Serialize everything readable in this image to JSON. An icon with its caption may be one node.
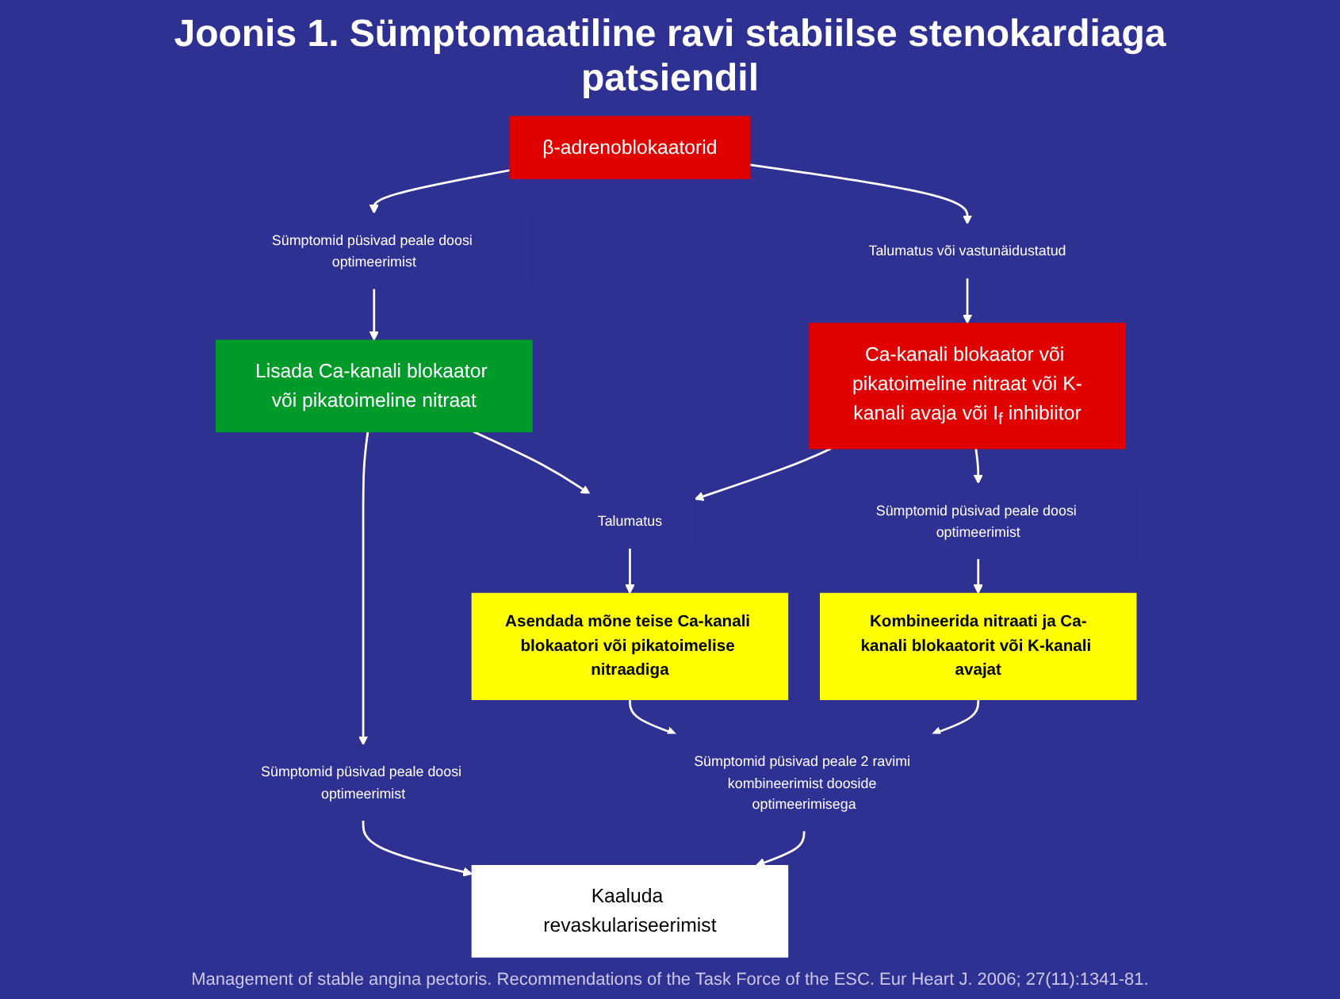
{
  "diagram": {
    "title": "Joonis 1. Sümptomaatiline ravi stabiilse stenokardiaga patsiendil",
    "caption": "Management of stable angina pectoris. Recommendations of the Task Force of the ESC. Eur Heart J. 2006; 27(11):1341-81.",
    "nodes": [
      {
        "text": [
          "β-adrenoblokaatorid"
        ]
      },
      {
        "text": [
          "Talumatus või vastunäidustatud"
        ]
      },
      {
        "text": [
          "Sümptomid püsivad peale doosi optimeerimist"
        ]
      },
      {
        "text": [
          "Ca-kanali blokaator või pikatoimeline nitraat või K-kanali avaja või I$_{f}$ inhibiitor"
        ]
      },
      {
        "text": [
          "Lisada Ca-kanali blokaator või pikatoimeline nitraat"
        ]
      },
      {
        "text": [
          "Talumatus"
        ]
      },
      {
        "text": [
          "Sümptomid püsivad peale doosi optimeerimist"
        ]
      },
      {
        "text": [
          "Sümptomid püsivad peale doosi optimeerimist"
        ]
      },
      {
        "text": [
          "Asendada mõne teise Ca-kanali blokaatori või pikatoimelise nitraadiga"
        ]
      },
      {
        "text": [
          "Kombineerida nitraati ja Ca-kanali blokaatorit või K-kanali avajat"
        ]
      },
      {
        "text": [
          "Kaaluda revaskulariseerimist"
        ]
      },
      {
        "text": [
          "Sümptomid püsivad peale 2 ravimi kombineerimist dooside optimeerimisega"
        ]
      }
    ],
    "edges": [
      {
        "from": 0,
        "to": 1,
        "arrow": "to"
      },
      {
        "from": 1,
        "to": 3,
        "arrow": "to"
      },
      {
        "from": 0,
        "to": 2,
        "arrow": "to"
      },
      {
        "from": 2,
        "to": 4,
        "arrow": "to"
      },
      {
        "from": 4,
        "to": 5,
        "arrow": "to"
      },
      {
        "from": 3,
        "to": 5,
        "arrow": "to"
      },
      {
        "from": 3,
        "to": 6,
        "arrow": "to"
      },
      {
        "from": 5,
        "to": 8,
        "arrow": "to"
      },
      {
        "from": 6,
        "to": 9,
        "arrow": "to"
      },
      {
        "from": 4,
        "to": 7,
        "arrow": "to"
      },
      {
        "from": 7,
        "to": 10,
        "arrow": "to"
      },
      {
        "from": 8,
        "to": 11,
        "arrow": "to"
      },
      {
        "from": 9,
        "to": 11,
        "arrow": "to"
      },
      {
        "from": 11,
        "to": 10,
        "arrow": "to"
      }
    ]
  }
}
